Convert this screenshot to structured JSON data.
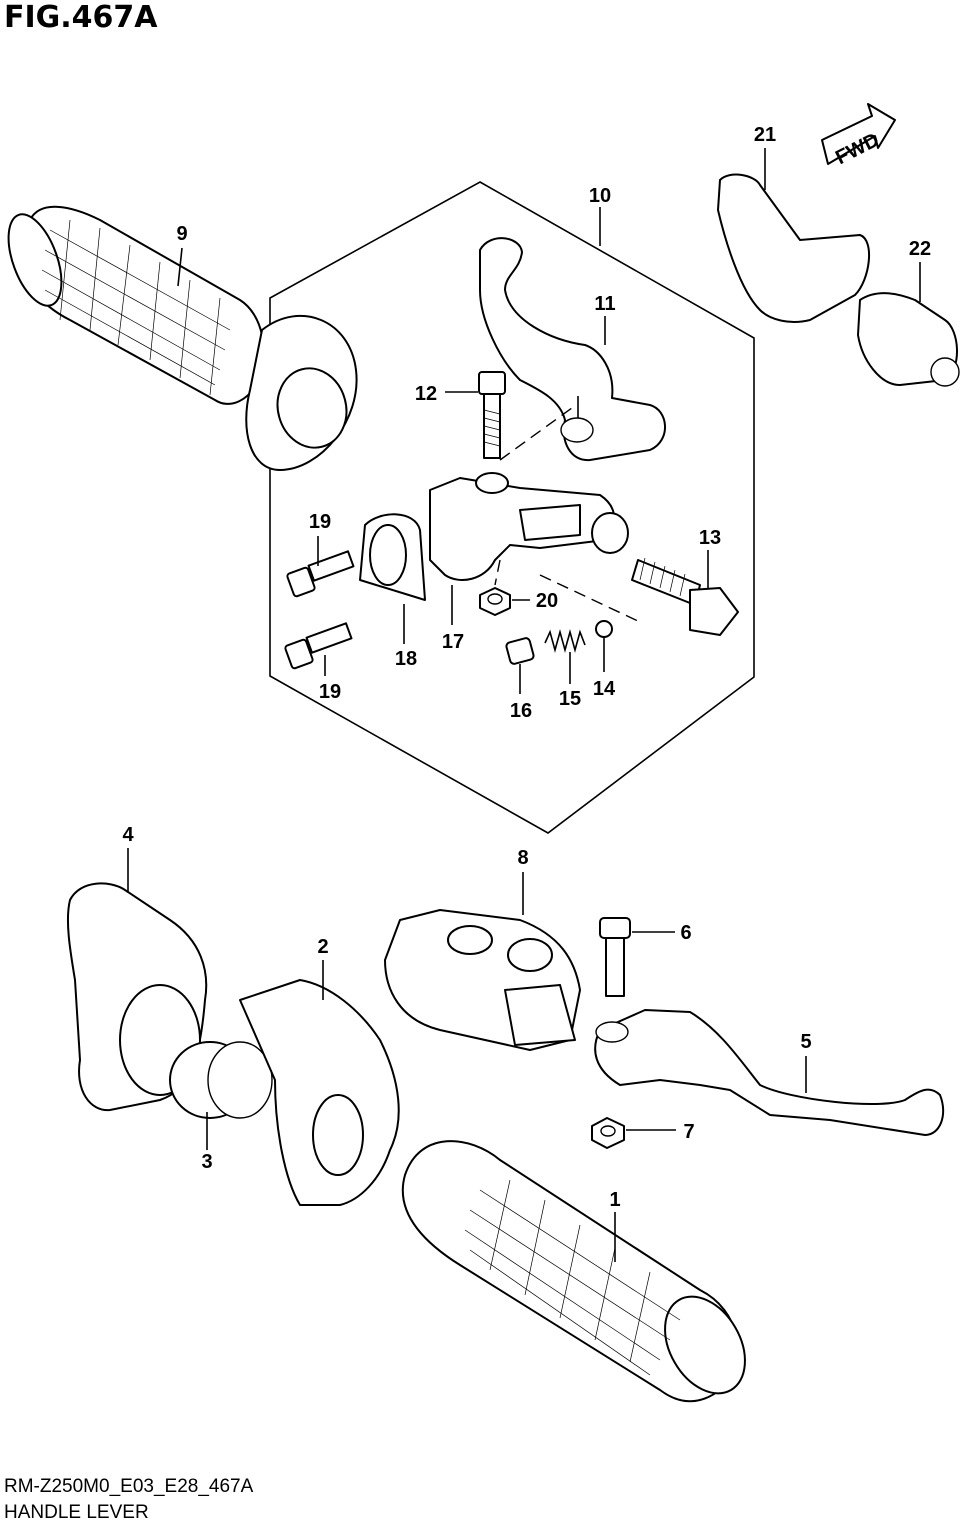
{
  "figure": {
    "title": "FIG.467A",
    "model_code": "RM-Z250M0_E03_E28_467A",
    "section_name": "HANDLE LEVER",
    "fwd_label": "FWD"
  },
  "callouts": [
    "1",
    "2",
    "3",
    "4",
    "5",
    "6",
    "7",
    "8",
    "9",
    "10",
    "11",
    "12",
    "13",
    "14",
    "15",
    "16",
    "17",
    "18",
    "19",
    "19",
    "20",
    "21",
    "22"
  ]
}
